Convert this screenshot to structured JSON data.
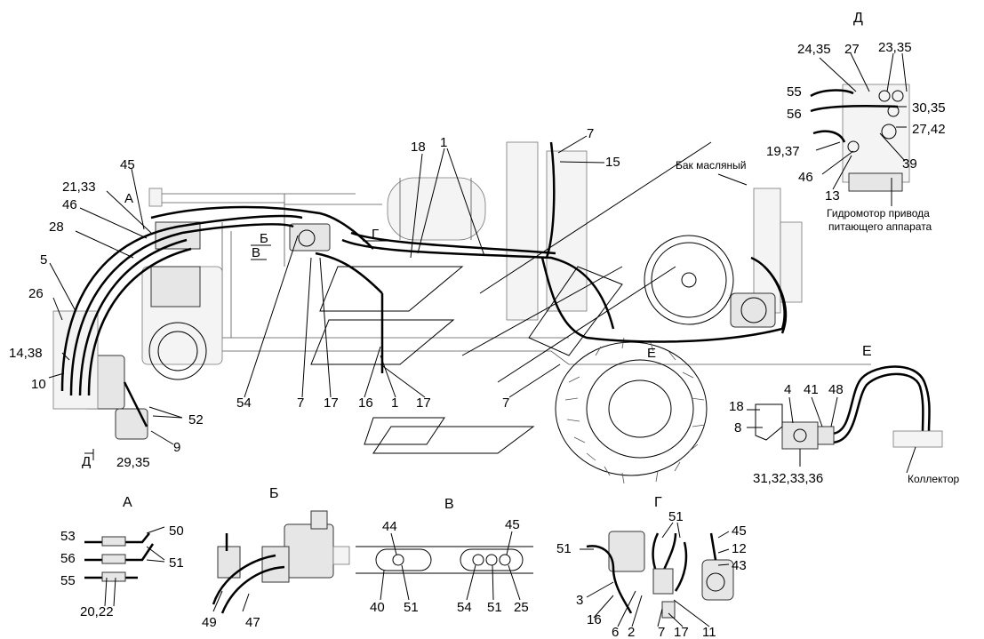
{
  "views": {
    "A": "А",
    "B": "Б",
    "V": "В",
    "G": "Г",
    "D": "Д",
    "E": "Е"
  },
  "main_labels": [
    {
      "t": "45"
    },
    {
      "t": "21,33"
    },
    {
      "t": "46"
    },
    {
      "t": "28"
    },
    {
      "t": "5"
    },
    {
      "t": "26"
    },
    {
      "t": "14,38"
    },
    {
      "t": "10"
    },
    {
      "t": "52"
    },
    {
      "t": "9"
    },
    {
      "t": "29,35"
    },
    {
      "t": "54"
    },
    {
      "t": "7"
    },
    {
      "t": "17"
    },
    {
      "t": "16"
    },
    {
      "t": "1"
    },
    {
      "t": "17"
    },
    {
      "t": "7"
    },
    {
      "t": "18"
    },
    {
      "t": "1"
    },
    {
      "t": "7"
    },
    {
      "t": "15"
    }
  ],
  "main_view_marks": {
    "A": "А",
    "B": "Б",
    "V": "В",
    "G": "Г",
    "D": "Д",
    "E": "Е"
  },
  "tank_label": "Бак масляный",
  "motor_label": [
    "Гидромотор привода",
    "питающего аппарата"
  ],
  "collector_label": "Коллектор",
  "view_D_labels": [
    "24,35",
    "27",
    "23,35",
    "55",
    "30,35",
    "56",
    "27,42",
    "19,37",
    "39",
    "46",
    "13"
  ],
  "view_E_labels": [
    "4",
    "41",
    "48",
    "18",
    "8",
    "31,32,33,36"
  ],
  "view_A_labels": [
    "53",
    "56",
    "55",
    "50",
    "51",
    "20,22"
  ],
  "view_B_labels": [
    "49",
    "47"
  ],
  "view_V_labels": [
    "44",
    "45",
    "40",
    "51",
    "54",
    "51",
    "25"
  ],
  "view_G_labels": [
    "51",
    "51",
    "45",
    "12",
    "43",
    "3",
    "16",
    "6",
    "2",
    "7",
    "17",
    "11"
  ]
}
